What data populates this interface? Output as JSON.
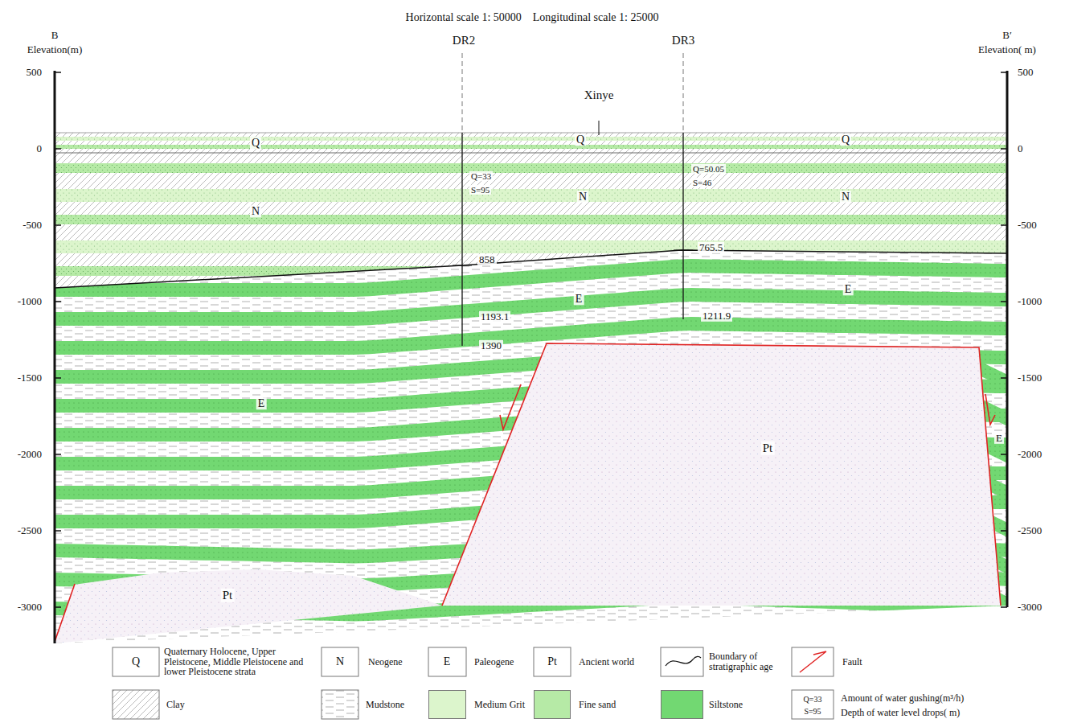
{
  "diagram": {
    "title": "Horizontal scale 1: 50000    Longitudinal scale 1: 25000",
    "labels": [
      "B",
      "Elevation(m)",
      "B′",
      "Elevation( m)",
      "500",
      "0",
      "-500",
      "-1000",
      "-1500",
      "-2000",
      "-2500",
      "-3000",
      "500",
      "0",
      "-500",
      "-1000",
      "-1500",
      "-2000",
      "-2500",
      "-3000",
      "DR2",
      "DR3",
      "Xinye",
      "Q",
      "Q",
      "Q",
      "N",
      "N",
      "N",
      "E",
      "E",
      "E",
      "E",
      "Pt",
      "Pt",
      "Q=33",
      "S=95",
      "Q=50.05",
      "S=46",
      "858",
      "765.5",
      "1193.1",
      "1390",
      "1211.9",
      "Q",
      "N",
      "E",
      "Pt",
      "Q=33",
      "S=95"
    ],
    "legend": [
      {
        "text": "Quaternary Holocene, Upper Pleistocene, Middle Pleistocene and lower Pleistocene strata"
      },
      {
        "text": "Neogene"
      },
      {
        "text": "Paleogene"
      },
      {
        "text": "Ancient world"
      },
      {
        "text": "Boundary of stratigraphic age"
      },
      {
        "text": "Fault"
      },
      {
        "text": "Clay"
      },
      {
        "text": "Mudstone"
      },
      {
        "text": "Medium Grit",
        "color": "#dcf5cc"
      },
      {
        "text": "Fine sand",
        "color": "#b6eaa6"
      },
      {
        "text": "Siltstone",
        "color": "#72d872"
      },
      {
        "text": "Amount of water gushing(m³/h)"
      },
      {
        "text": "Depth of water level drops( m)"
      }
    ]
  }
}
